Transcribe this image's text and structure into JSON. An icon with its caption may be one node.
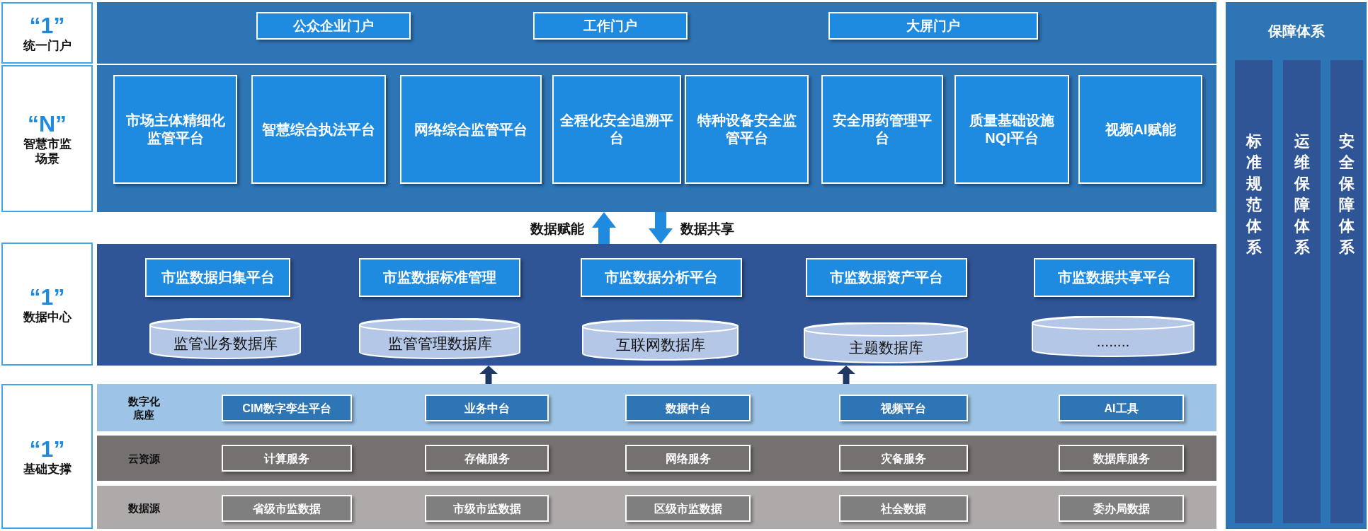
{
  "diagram": {
    "nodes": [
      {
        "text": [
          "“1”",
          "统一门户"
        ]
      },
      {
        "text": [],
        "shape": "box"
      },
      {
        "text": [
          "公众企业门户"
        ],
        "in": 1
      },
      {
        "text": [
          "工作门户"
        ],
        "in": 1
      },
      {
        "text": [
          "大屏门户"
        ],
        "in": 1
      },
      {
        "text": [
          "“N”",
          "智慧市监场景"
        ]
      },
      {
        "text": [],
        "shape": "box"
      },
      {
        "text": [
          "市场主体精细化监管平台"
        ],
        "in": 6
      },
      {
        "text": [
          "智慧综合执法平台"
        ],
        "in": 6
      },
      {
        "text": [
          "网络综合监管平台"
        ],
        "in": 6
      },
      {
        "text": [
          "全程化安全追溯平台"
        ],
        "in": 6
      },
      {
        "text": [
          "特种设备安全监管平台"
        ],
        "in": 6
      },
      {
        "text": [
          "安全用药管理平台"
        ],
        "in": 6
      },
      {
        "text": [
          "质量基础设施NQI平台"
        ],
        "in": 6
      },
      {
        "text": [
          "视频AI赋能"
        ],
        "in": 6
      },
      {
        "text": [
          "“1”",
          "数据中心"
        ]
      },
      {
        "text": [],
        "shape": "box"
      },
      {
        "text": [
          "市监数据归集平台"
        ],
        "in": 16
      },
      {
        "text": [
          "市监数据标准管理"
        ],
        "in": 16
      },
      {
        "text": [
          "市监数据分析平台"
        ],
        "in": 16
      },
      {
        "text": [
          "市监数据资产平台"
        ],
        "in": 16
      },
      {
        "text": [
          "市监数据共享平台"
        ],
        "in": 16
      },
      {
        "text": [
          "监管业务数据库"
        ],
        "in": 16
      },
      {
        "text": [
          "监管管理数据库"
        ],
        "in": 16
      },
      {
        "text": [
          "互联网数据库"
        ],
        "in": 16
      },
      {
        "text": [
          "主题数据库"
        ],
        "in": 16
      },
      {
        "text": [
          "........"
        ],
        "in": 16
      },
      {
        "text": [
          "“1”",
          "基础支撑"
        ]
      },
      {
        "text": [
          "数字化底座"
        ]
      },
      {
        "text": [
          "CIM数字孪生平台"
        ],
        "in": 28
      },
      {
        "text": [
          "业务中台"
        ],
        "in": 28
      },
      {
        "text": [
          "数据中台"
        ],
        "in": 28
      },
      {
        "text": [
          "视频平台"
        ],
        "in": 28
      },
      {
        "text": [
          "AI工具"
        ],
        "in": 28
      },
      {
        "text": [
          "云资源"
        ]
      },
      {
        "text": [
          "计算服务"
        ],
        "in": 34
      },
      {
        "text": [
          "存储服务"
        ],
        "in": 34
      },
      {
        "text": [
          "网络服务"
        ],
        "in": 34
      },
      {
        "text": [
          "灾备服务"
        ],
        "in": 34
      },
      {
        "text": [
          "数据库服务"
        ],
        "in": 34
      },
      {
        "text": [
          "数据源"
        ]
      },
      {
        "text": [
          "省级市监数据"
        ],
        "in": 40
      },
      {
        "text": [
          "市级市监数据"
        ],
        "in": 40
      },
      {
        "text": [
          "区级市监数据"
        ],
        "in": 40
      },
      {
        "text": [
          "社会数据"
        ],
        "in": 40
      },
      {
        "text": [
          "委办局数据"
        ],
        "in": 40
      },
      {
        "text": [
          "保障体系"
        ]
      },
      {
        "text": [
          "标准规范体系"
        ],
        "in": 46
      },
      {
        "text": [
          "运维保障体系"
        ],
        "in": 46
      },
      {
        "text": [
          "安全保障体系"
        ],
        "in": 46
      }
    ],
    "edges": [
      {
        "from": 16,
        "to": 6,
        "arrow": "to",
        "label": "数据赋能"
      },
      {
        "from": 6,
        "to": 16,
        "arrow": "to",
        "label": "数据共享"
      },
      {
        "from": 28,
        "to": 16,
        "arrow": "to",
        "color": "#1f3864"
      },
      {
        "from": 28,
        "to": 16,
        "arrow": "to",
        "color": "#1f3864"
      }
    ]
  }
}
